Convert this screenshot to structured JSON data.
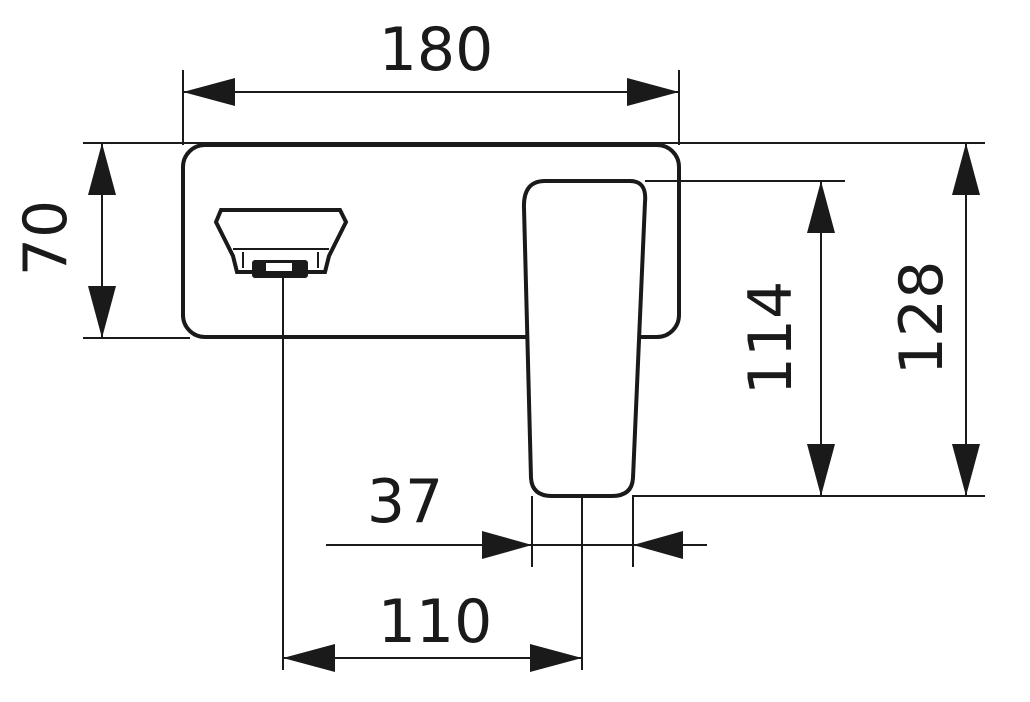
{
  "dimensions": {
    "width": "180",
    "plate_height": "70",
    "total_height": "128",
    "lever_height": "114",
    "lever_width": "37",
    "spout_to_lever": "110"
  }
}
